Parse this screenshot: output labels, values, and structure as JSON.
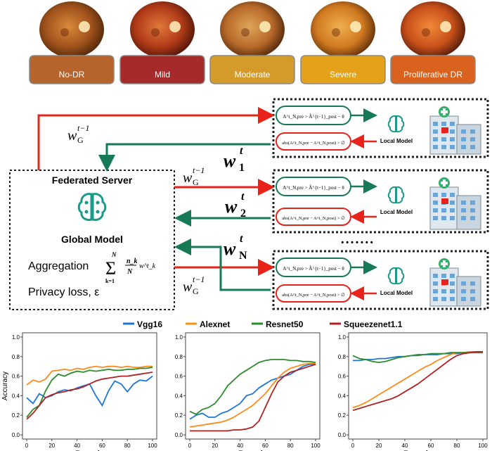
{
  "grades": [
    {
      "label": "No-DR",
      "color": "#b5652c"
    },
    {
      "label": "Mild",
      "color": "#a52a2a"
    },
    {
      "label": "Moderate",
      "color": "#d49a2a"
    },
    {
      "label": "Severe",
      "color": "#e3a21a"
    },
    {
      "label": "Proliferative DR",
      "color": "#d9621e"
    }
  ],
  "server": {
    "title": "Federated Server",
    "global_model": "Global Model",
    "aggregation": "Aggregation",
    "privacy": "Privacy loss, ε"
  },
  "math": {
    "wg": "w",
    "wg_sub": "G",
    "wg_sup": "t−1",
    "w1": "w",
    "w1_sub": "1",
    "w1_sup": "t",
    "w2": "w",
    "w2_sub": "2",
    "w2_sup": "t",
    "wn": "w",
    "wn_sub": "N",
    "wn_sup": "t",
    "check_pre": "A^t_N,pre > Â^{t−1}_post − θ",
    "check_abs": "abs(A^t_N,pre − A^t_N,post) > ∅",
    "agg_sum": "Σ",
    "agg_sum_top": "N",
    "agg_sum_bottom": "k=1",
    "agg_frac_num": "n_k",
    "agg_frac_den": "N",
    "agg_w": "w^t_k"
  },
  "client": {
    "local_model": "Local Model"
  },
  "dots": "• • • • • • •",
  "chart_data": [
    {
      "type": "line",
      "xlabel": "Rounds",
      "ylabel": "Accuracy",
      "xlim": [
        0,
        100
      ],
      "ylim": [
        0,
        1.0
      ],
      "xticks": [
        0,
        20,
        40,
        60,
        80,
        100
      ],
      "yticks": [
        0.0,
        0.2,
        0.4,
        0.6,
        0.8,
        1.0
      ],
      "x": [
        0,
        5,
        10,
        15,
        20,
        25,
        30,
        35,
        40,
        45,
        50,
        55,
        60,
        65,
        70,
        75,
        80,
        85,
        90,
        95,
        100
      ],
      "series": [
        {
          "name": "Vgg16",
          "color": "#1f77d4",
          "values": [
            0.38,
            0.32,
            0.42,
            0.38,
            0.4,
            0.44,
            0.46,
            0.45,
            0.48,
            0.5,
            0.52,
            0.4,
            0.3,
            0.45,
            0.55,
            0.52,
            0.44,
            0.52,
            0.56,
            0.55,
            0.6
          ]
        },
        {
          "name": "Alexnet",
          "color": "#ff8c1a",
          "values": [
            0.51,
            0.56,
            0.54,
            0.57,
            0.65,
            0.66,
            0.67,
            0.66,
            0.68,
            0.67,
            0.69,
            0.7,
            0.69,
            0.7,
            0.7,
            0.69,
            0.7,
            0.69,
            0.69,
            0.7,
            0.7
          ]
        },
        {
          "name": "Resnet50",
          "color": "#2e8b2e",
          "values": [
            0.18,
            0.26,
            0.3,
            0.45,
            0.56,
            0.62,
            0.6,
            0.63,
            0.65,
            0.64,
            0.66,
            0.65,
            0.66,
            0.67,
            0.66,
            0.66,
            0.67,
            0.67,
            0.68,
            0.68,
            0.69
          ]
        },
        {
          "name": "Squeezenet1.1",
          "color": "#b22222",
          "values": [
            0.16,
            0.22,
            0.3,
            0.38,
            0.41,
            0.43,
            0.44,
            0.46,
            0.47,
            0.49,
            0.52,
            0.55,
            0.57,
            0.58,
            0.59,
            0.6,
            0.6,
            0.61,
            0.62,
            0.63,
            0.64
          ]
        }
      ]
    },
    {
      "type": "line",
      "xlabel": "Rounds",
      "ylabel": "",
      "xlim": [
        0,
        100
      ],
      "ylim": [
        0,
        1.0
      ],
      "xticks": [
        0,
        20,
        40,
        60,
        80,
        100
      ],
      "yticks": [
        0.0,
        0.2,
        0.4,
        0.6,
        0.8,
        1.0
      ],
      "x": [
        0,
        5,
        10,
        15,
        20,
        25,
        30,
        35,
        40,
        45,
        50,
        55,
        60,
        65,
        70,
        75,
        80,
        85,
        90,
        95,
        100
      ],
      "series": [
        {
          "name": "Vgg16",
          "color": "#1f77d4",
          "values": [
            0.16,
            0.2,
            0.22,
            0.18,
            0.18,
            0.22,
            0.24,
            0.28,
            0.32,
            0.4,
            0.42,
            0.48,
            0.52,
            0.56,
            0.58,
            0.6,
            0.62,
            0.66,
            0.7,
            0.72,
            0.72
          ]
        },
        {
          "name": "Alexnet",
          "color": "#ff8c1a",
          "values": [
            0.08,
            0.09,
            0.1,
            0.11,
            0.12,
            0.13,
            0.15,
            0.18,
            0.22,
            0.26,
            0.3,
            0.36,
            0.42,
            0.5,
            0.58,
            0.64,
            0.68,
            0.7,
            0.72,
            0.73,
            0.73
          ]
        },
        {
          "name": "Resnet50",
          "color": "#2e8b2e",
          "values": [
            0.24,
            0.21,
            0.26,
            0.28,
            0.32,
            0.4,
            0.5,
            0.56,
            0.62,
            0.66,
            0.7,
            0.74,
            0.76,
            0.77,
            0.77,
            0.77,
            0.76,
            0.76,
            0.75,
            0.75,
            0.74
          ]
        },
        {
          "name": "Squeezenet1.1",
          "color": "#b22222",
          "values": [
            0.04,
            0.04,
            0.04,
            0.04,
            0.04,
            0.04,
            0.04,
            0.05,
            0.05,
            0.06,
            0.08,
            0.14,
            0.28,
            0.42,
            0.54,
            0.6,
            0.64,
            0.66,
            0.68,
            0.7,
            0.72
          ]
        }
      ]
    },
    {
      "type": "line",
      "xlabel": "Rounds",
      "ylabel": "",
      "xlim": [
        0,
        100
      ],
      "ylim": [
        0,
        1.0
      ],
      "xticks": [
        0,
        20,
        40,
        60,
        80,
        100
      ],
      "yticks": [
        0.0,
        0.2,
        0.4,
        0.6,
        0.8,
        1.0
      ],
      "x": [
        0,
        5,
        10,
        15,
        20,
        25,
        30,
        35,
        40,
        45,
        50,
        55,
        60,
        65,
        70,
        75,
        80,
        85,
        90,
        95,
        100
      ],
      "series": [
        {
          "name": "Vgg16",
          "color": "#1f77d4",
          "values": [
            0.76,
            0.76,
            0.77,
            0.77,
            0.78,
            0.78,
            0.79,
            0.8,
            0.8,
            0.81,
            0.81,
            0.82,
            0.82,
            0.82,
            0.83,
            0.83,
            0.83,
            0.84,
            0.84,
            0.84,
            0.84
          ]
        },
        {
          "name": "Alexnet",
          "color": "#ff8c1a",
          "values": [
            0.28,
            0.3,
            0.33,
            0.37,
            0.41,
            0.45,
            0.49,
            0.53,
            0.57,
            0.61,
            0.65,
            0.69,
            0.72,
            0.76,
            0.79,
            0.82,
            0.84,
            0.84,
            0.85,
            0.85,
            0.85
          ]
        },
        {
          "name": "Resnet50",
          "color": "#2e8b2e",
          "values": [
            0.81,
            0.78,
            0.77,
            0.75,
            0.74,
            0.75,
            0.77,
            0.79,
            0.8,
            0.81,
            0.82,
            0.82,
            0.83,
            0.83,
            0.83,
            0.84,
            0.84,
            0.84,
            0.84,
            0.84,
            0.84
          ]
        },
        {
          "name": "Squeezenet1.1",
          "color": "#b22222",
          "values": [
            0.25,
            0.27,
            0.29,
            0.31,
            0.33,
            0.35,
            0.37,
            0.4,
            0.44,
            0.48,
            0.52,
            0.57,
            0.62,
            0.67,
            0.72,
            0.77,
            0.81,
            0.83,
            0.84,
            0.85,
            0.85
          ]
        }
      ]
    }
  ]
}
